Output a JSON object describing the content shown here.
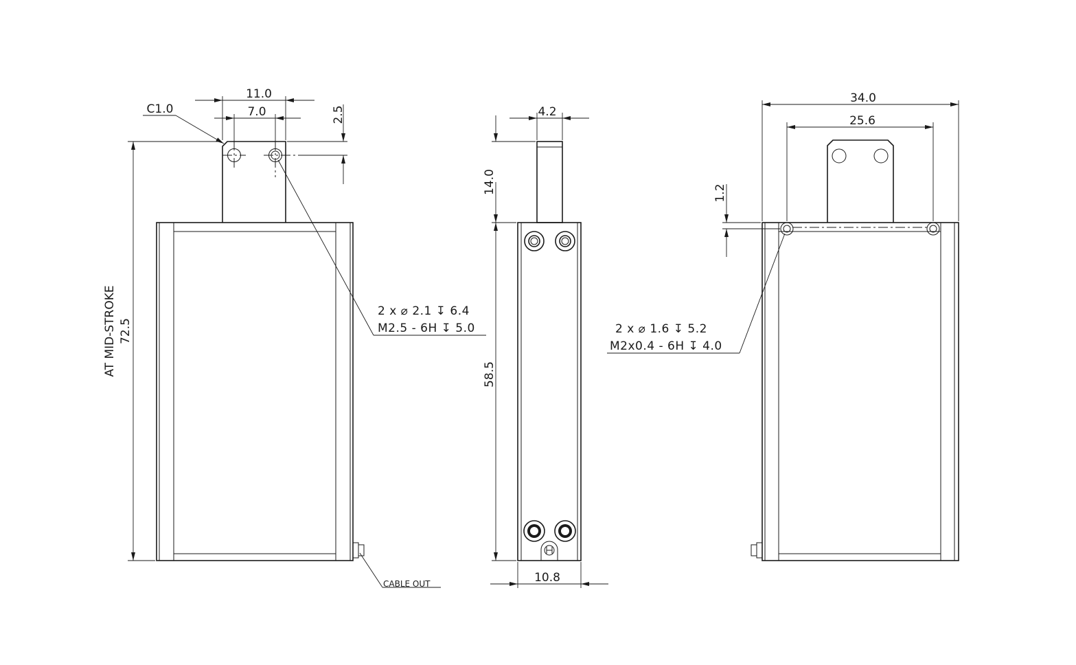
{
  "views": {
    "front": {
      "dim_chamfer": "C1.0",
      "dim_tab_width": "11.0",
      "dim_hole_spacing": "7.0",
      "dim_hole_offset": "2.5",
      "dim_height_value": "72.5",
      "dim_height_note": "AT MID-STROKE",
      "hole_note_line1": "2 x ⌀ 2.1 ↧ 6.4",
      "hole_note_line2": "M2.5 - 6H ↧ 5.0",
      "cable_label": "CABLE OUT"
    },
    "side": {
      "dim_tab_thickness": "4.2",
      "dim_tab_height": "14.0",
      "dim_body_height": "58.5",
      "dim_body_depth": "10.8"
    },
    "back": {
      "dim_overall_width": "34.0",
      "dim_hole_spacing": "25.6",
      "dim_hole_offset": "1.2",
      "hole_note_line1": "2 x ⌀ 1.6 ↧ 5.2",
      "hole_note_line2": "M2x0.4 - 6H ↧ 4.0"
    }
  }
}
